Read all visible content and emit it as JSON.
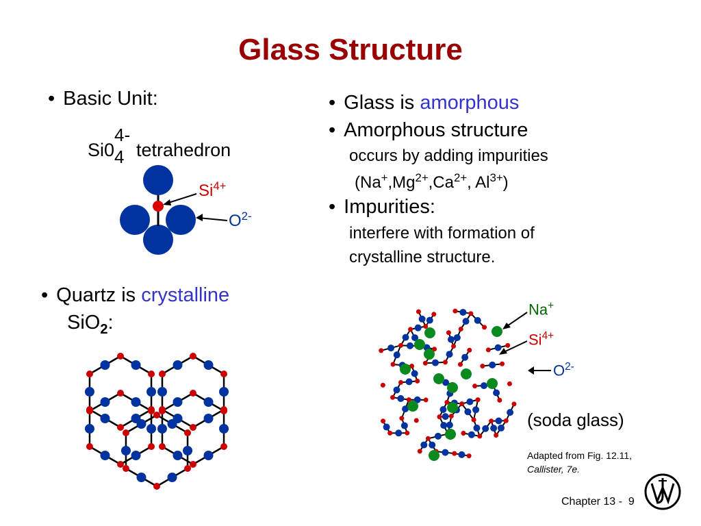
{
  "title": "Glass Structure",
  "left": {
    "basic_unit": "Basic Unit:",
    "formula_base": "Si0",
    "formula_sup": "4-",
    "formula_sub": "4",
    "formula_tail": "tetrahedron",
    "label_si": "Si",
    "label_si_sup": "4+",
    "label_o": "O",
    "label_o_sup": "2-",
    "quartz_prefix": "Quartz is ",
    "quartz_highlight": "crystalline",
    "sio2_base": "SiO",
    "sio2_sub": "2",
    "sio2_colon": ":"
  },
  "right": {
    "glass_prefix": "Glass is ",
    "glass_highlight": "amorphous",
    "amorph_heading": "Amorphous structure",
    "amorph_line1": "occurs by adding impurities",
    "ions_open": "(Na",
    "ions_na_sup": "+",
    "ions_mg": ",Mg",
    "ions_mg_sup": "2+",
    "ions_ca": ",Ca",
    "ions_ca_sup": "2+",
    "ions_al": ", Al",
    "ions_al_sup": "3+",
    "ions_close": ")",
    "impurities_heading": "Impurities:",
    "impurities_line1": "interfere with formation of",
    "impurities_line2": "crystalline structure.",
    "label_na": "Na",
    "label_na_sup": "+",
    "label_si": "Si",
    "label_si_sup": "4+",
    "label_o": "O",
    "label_o_sup": "2-",
    "soda_glass": "(soda glass)",
    "adapted_line1": "Adapted from Fig. 12.11,",
    "adapted_line2": "Callister, 7e."
  },
  "footer": {
    "chapter": "Chapter 13 -",
    "page": "9",
    "logo_icon": "wiley-logo-icon"
  },
  "colors": {
    "title": "#990000",
    "highlight": "#3333cc",
    "oxygen": "#003399",
    "silicon": "#cc0000",
    "sodium": "#006600"
  }
}
